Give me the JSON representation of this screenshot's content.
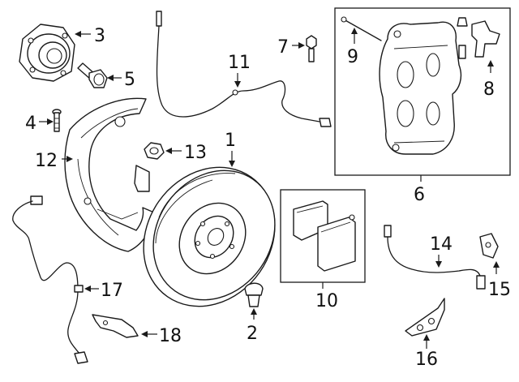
{
  "diagram": {
    "colors": {
      "line": "#1a1a1a",
      "background": "#ffffff"
    },
    "callouts": [
      "1",
      "2",
      "3",
      "4",
      "5",
      "6",
      "7",
      "8",
      "9",
      "10",
      "11",
      "12",
      "13",
      "14",
      "15",
      "16",
      "17",
      "18"
    ]
  }
}
